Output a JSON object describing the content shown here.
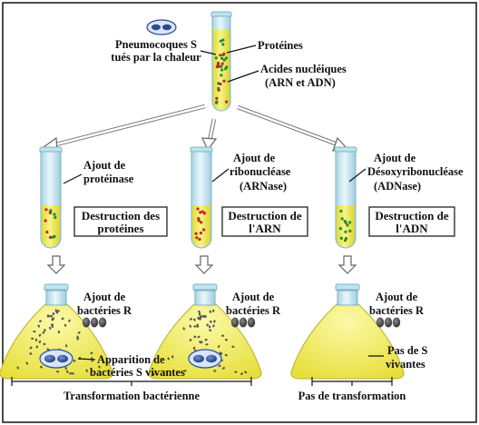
{
  "top": {
    "cells_label": [
      "Pneumocoques S",
      "tués par la chaleur"
    ],
    "proteins_label": "Protéines",
    "nucleic_label": [
      "Acides nucléiques",
      "(ARN et ADN)"
    ]
  },
  "tubes": [
    {
      "label": [
        "Ajout de",
        "protéinase"
      ],
      "box": [
        "Destruction des",
        "protéines"
      ]
    },
    {
      "label": [
        "Ajout de",
        "ribonucléase",
        "(ARNase)"
      ],
      "box": [
        "Destruction de",
        "l'ARN"
      ]
    },
    {
      "label": [
        "Ajout de",
        "Désoxyribonucléase",
        "(ADNase)"
      ],
      "box": [
        "Destruction de",
        "l'ADN"
      ]
    }
  ],
  "flasks": [
    {
      "label": [
        "Ajout de",
        "bactéries R"
      ],
      "result": [
        "Apparition de",
        "bactéries S vivantes"
      ]
    },
    {
      "label": [
        "Ajout de",
        "bactéries R"
      ],
      "result": []
    },
    {
      "label": [
        "Ajout de",
        "bactéries R"
      ],
      "result": [
        "Pas de S",
        "vivantes"
      ]
    }
  ],
  "conclusions": {
    "left": "Transformation bactérienne",
    "right": "Pas de transformation"
  },
  "colors": {
    "liquid": "#f0ec55",
    "glass": "#cce9f2",
    "dot_red": "#c0262b",
    "dot_green": "#1e8c3a",
    "bacteria_s": "#2a4f9c",
    "bacteria_r": "#4a4a4a"
  }
}
